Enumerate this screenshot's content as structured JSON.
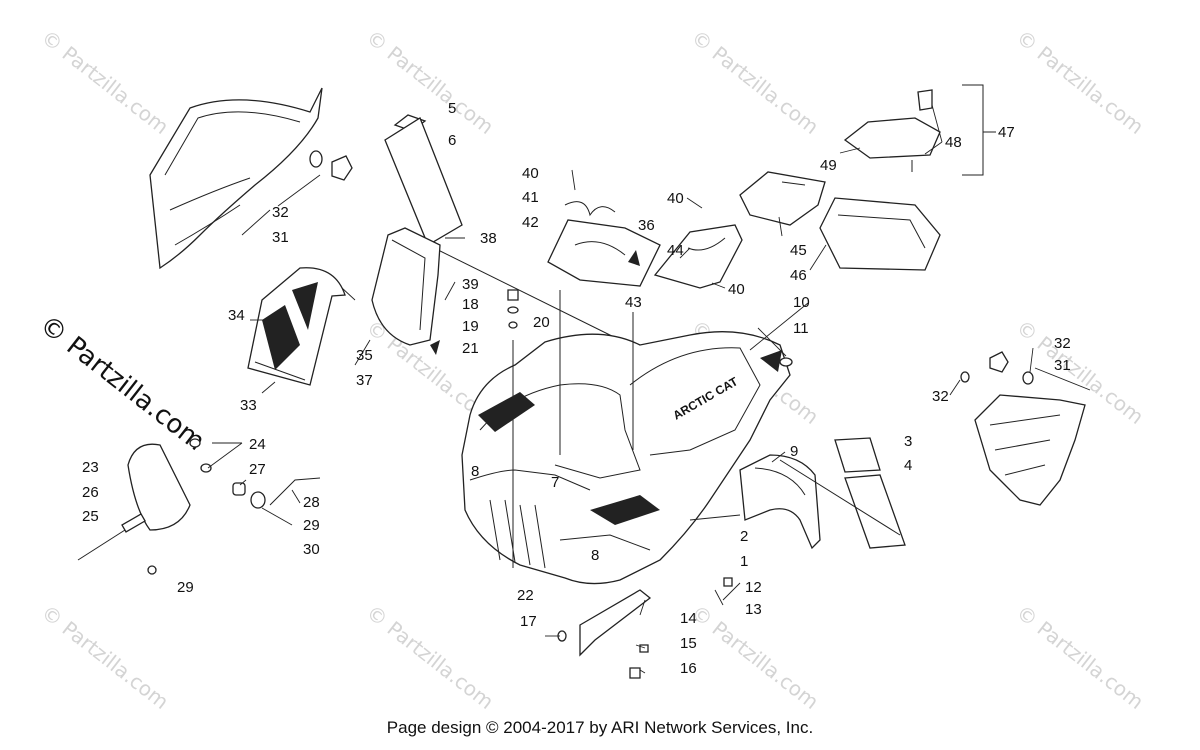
{
  "watermark": "© Partzilla.com",
  "footer": "Page design © 2004-2017 by ARI Network Services, Inc.",
  "callouts": [
    "5",
    "6",
    "40",
    "41",
    "42",
    "36",
    "40",
    "44",
    "43",
    "40",
    "38",
    "39",
    "18",
    "19",
    "20",
    "21",
    "34",
    "35",
    "37",
    "33",
    "32",
    "31",
    "10",
    "11",
    "47",
    "48",
    "49",
    "45",
    "46",
    "32",
    "31",
    "32",
    "3",
    "4",
    "9",
    "8",
    "7",
    "2",
    "1",
    "8",
    "12",
    "13",
    "22",
    "14",
    "17",
    "15",
    "16",
    "24",
    "23",
    "27",
    "26",
    "25",
    "28",
    "29",
    "30",
    "29"
  ]
}
